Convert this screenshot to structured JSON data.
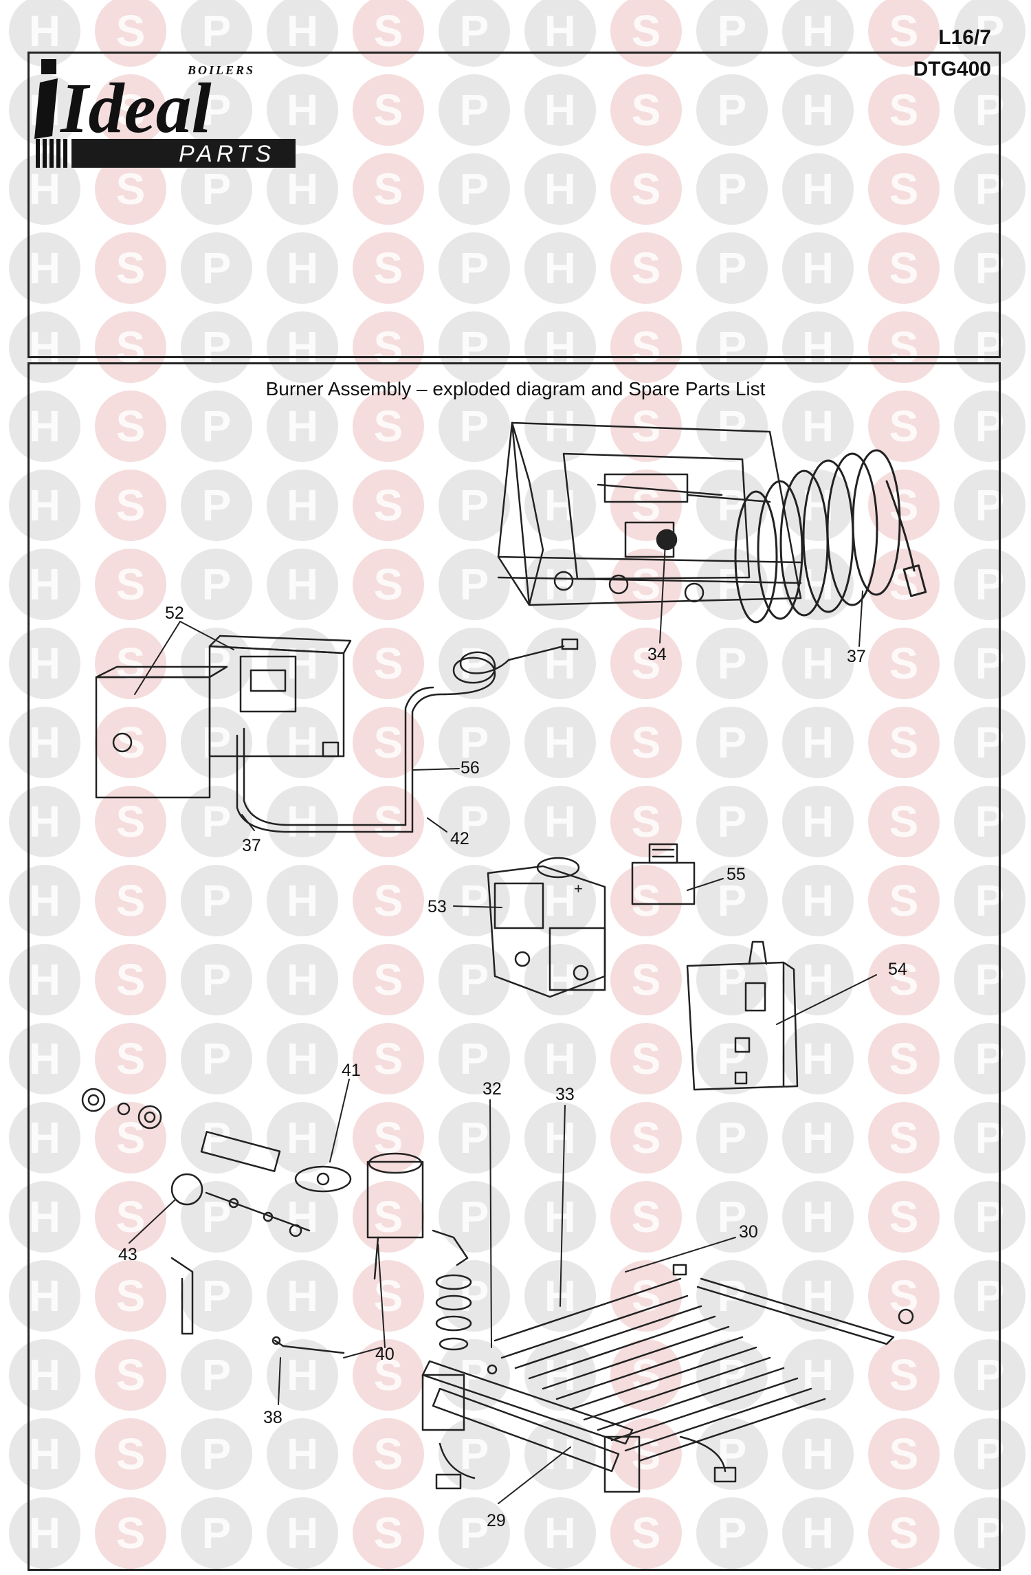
{
  "sheet": {
    "code": "L16/7",
    "model": "DTG400"
  },
  "logo": {
    "boilers": "BOILERS",
    "brand": "Ideal",
    "parts": "PARTS"
  },
  "title": "Burner Assembly – exploded diagram and Spare Parts List",
  "watermark": {
    "letters": [
      "H",
      "S",
      "P"
    ],
    "colors": {
      "H": "#c9c9c9",
      "S": "#e8b4b4",
      "P": "#c9c9c9"
    }
  },
  "callouts": {
    "c52": "52",
    "c34": "34",
    "c37a": "37",
    "c37b": "37",
    "c56": "56",
    "c42": "42",
    "c53": "53",
    "c55": "55",
    "c54": "54",
    "c41": "41",
    "c32": "32",
    "c33": "33",
    "c43": "43",
    "c30": "30",
    "c40": "40",
    "c38": "38",
    "c29": "29"
  }
}
